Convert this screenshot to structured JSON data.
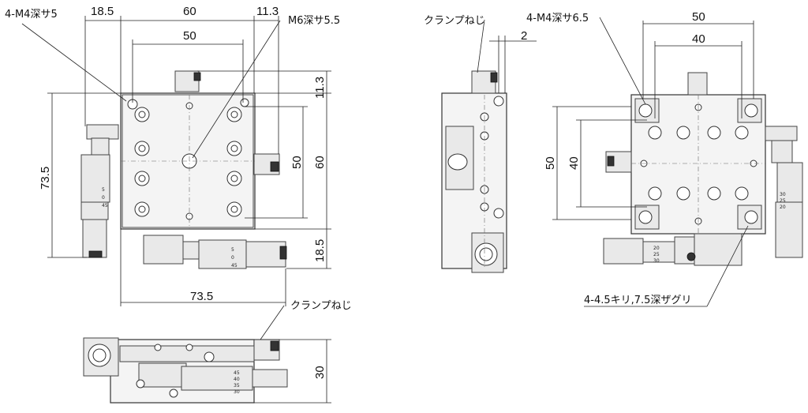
{
  "dims": {
    "top_18_5": "18.5",
    "top_60": "60",
    "top_11_3": "11.3",
    "top_50": "50",
    "right_11_3": "11.3",
    "right_50": "50",
    "right_60": "60",
    "right_18_5": "18.5",
    "left_73_5": "73.5",
    "bottom_73_5": "73.5",
    "side_2": "2",
    "rv_50_top": "50",
    "rv_40_top": "40",
    "rv_50_left": "50",
    "rv_40_left": "40",
    "fv_30": "30"
  },
  "labels": {
    "m4_depth5": "4-M4深サ5",
    "m6_depth5_5": "M6深サ5.5",
    "clamp_screw_top": "クランプねじ",
    "clamp_screw_bottom": "クランプねじ",
    "m4_depth6_5": "4-M4深サ6.5",
    "counterbore": "4-4.5キリ,7.5深ザグリ"
  },
  "micrometer": {
    "scale_a": [
      "5",
      "0",
      "45"
    ],
    "scale_b": [
      "45",
      "40",
      "35",
      "30"
    ],
    "scale_c": [
      "30",
      "25",
      "20"
    ],
    "scale_d": [
      "20",
      "25",
      "30"
    ]
  }
}
